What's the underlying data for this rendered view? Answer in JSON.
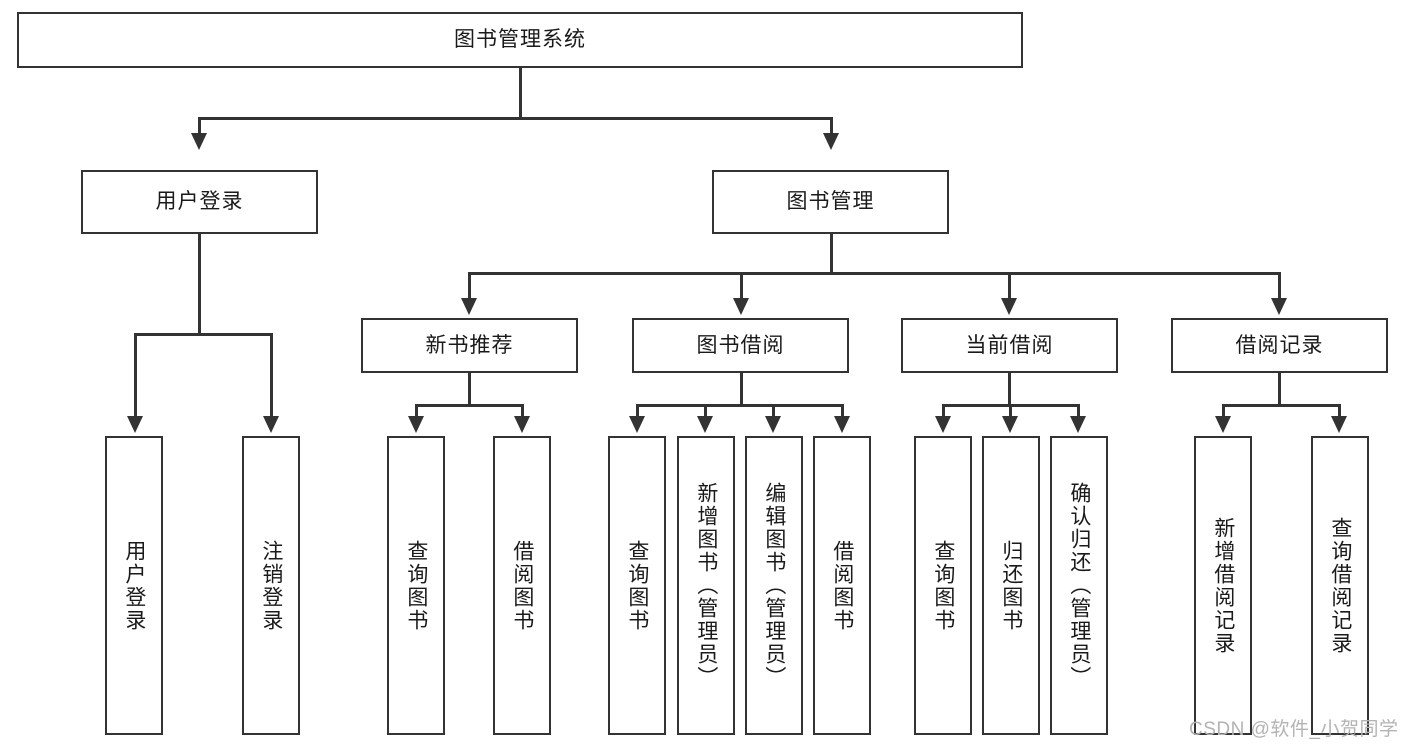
{
  "diagram": {
    "type": "tree-hierarchy",
    "title": "图书管理系统",
    "root": {
      "label": "图书管理系统"
    },
    "level2": [
      {
        "label": "用户登录"
      },
      {
        "label": "图书管理"
      }
    ],
    "level3": [
      {
        "label": "新书推荐"
      },
      {
        "label": "图书借阅"
      },
      {
        "label": "当前借阅"
      },
      {
        "label": "借阅记录"
      }
    ],
    "leaves": {
      "user_login": [
        {
          "label": "用户登录"
        },
        {
          "label": "注销登录"
        }
      ],
      "new_book_recommend": [
        {
          "label": "查询图书"
        },
        {
          "label": "借阅图书"
        }
      ],
      "book_borrow": [
        {
          "label": "查询图书"
        },
        {
          "label": "新增图书（管理员）"
        },
        {
          "label": "编辑图书（管理员）"
        },
        {
          "label": "借阅图书"
        }
      ],
      "current_borrow": [
        {
          "label": "查询图书"
        },
        {
          "label": "归还图书"
        },
        {
          "label": "确认归还（管理员）"
        }
      ],
      "borrow_record": [
        {
          "label": "新增借阅记录"
        },
        {
          "label": "查询借阅记录"
        }
      ]
    }
  },
  "watermark": {
    "text": "CSDN @软件_小贺同学"
  },
  "colors": {
    "stroke": "#333333",
    "background": "#ffffff",
    "text": "#1a1a1a",
    "watermark": "#b3b3b3"
  }
}
